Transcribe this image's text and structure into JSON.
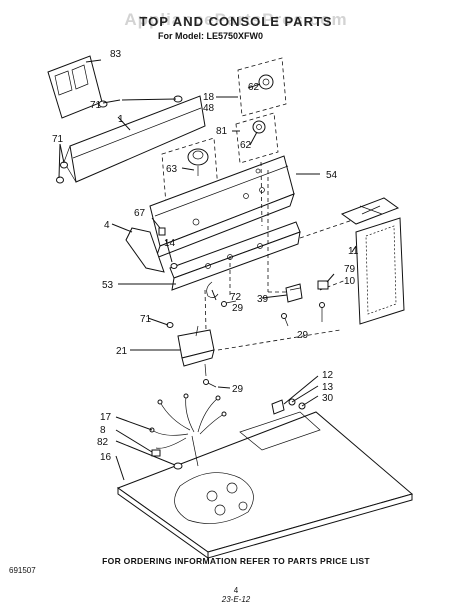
{
  "watermark": "AppliancePartsPros.com",
  "title": "TOP AND CONSOLE PARTS",
  "model_line": "For Model: LE5750XFW0",
  "footer_note": "FOR ORDERING INFORMATION REFER TO PARTS PRICE LIST",
  "doc_code": "691507",
  "page_number": "4",
  "handwritten_note": "23-E-12",
  "callouts": {
    "c83": "83",
    "c71a": "71",
    "c1": "1",
    "c71b": "71",
    "c18": "18",
    "c48": "48",
    "c62a": "62",
    "c81": "81",
    "c62b": "62",
    "c63": "63",
    "c54": "54",
    "c67": "67",
    "c4": "4",
    "c14": "14",
    "c53": "53",
    "c72": "72",
    "c29a": "29",
    "c39": "39",
    "c79": "79",
    "c10": "10",
    "c11": "11",
    "c71c": "71",
    "c29b": "29",
    "c21": "21",
    "c29c": "29",
    "c12": "12",
    "c13": "13",
    "c30": "30",
    "c17": "17",
    "c8": "8",
    "c82": "82",
    "c16": "16"
  }
}
